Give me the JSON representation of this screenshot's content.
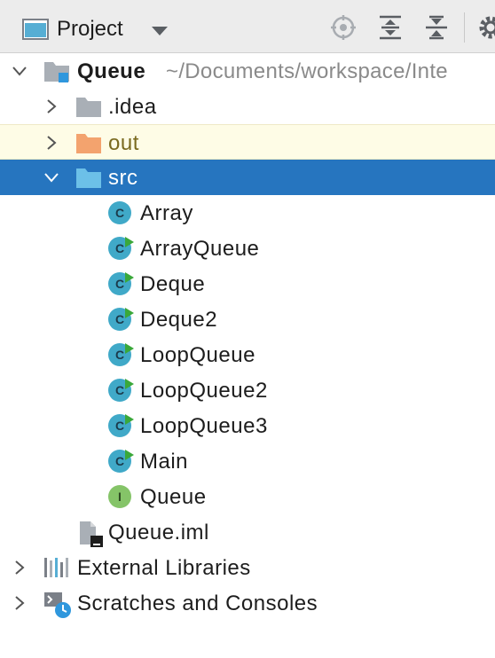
{
  "toolbar": {
    "title": "Project",
    "buttons": [
      {
        "icon": "locate-target-icon"
      },
      {
        "icon": "expand-all-icon"
      },
      {
        "icon": "collapse-all-icon"
      },
      {
        "icon": "gear-icon"
      }
    ]
  },
  "tree": {
    "root": {
      "label": "Queue",
      "path": "~/Documents/workspace/Inte",
      "icon": "module-folder-icon",
      "expanded": true
    },
    "nodes": [
      {
        "label": ".idea",
        "icon": "folder-icon",
        "expanded": false
      },
      {
        "label": "out",
        "icon": "excluded-folder-icon",
        "expanded": false,
        "highlighted": true
      },
      {
        "label": "src",
        "icon": "source-folder-icon",
        "expanded": true,
        "selected": true
      },
      {
        "label": "Array",
        "icon": "java-class-icon"
      },
      {
        "label": "ArrayQueue",
        "icon": "java-runnable-class-icon"
      },
      {
        "label": "Deque",
        "icon": "java-runnable-class-icon"
      },
      {
        "label": "Deque2",
        "icon": "java-runnable-class-icon"
      },
      {
        "label": "LoopQueue",
        "icon": "java-runnable-class-icon"
      },
      {
        "label": "LoopQueue2",
        "icon": "java-runnable-class-icon"
      },
      {
        "label": "LoopQueue3",
        "icon": "java-runnable-class-icon"
      },
      {
        "label": "Main",
        "icon": "java-runnable-class-icon"
      },
      {
        "label": "Queue",
        "icon": "java-interface-icon"
      },
      {
        "label": "Queue.iml",
        "icon": "iml-file-icon"
      },
      {
        "label": "External Libraries",
        "icon": "libraries-icon",
        "expanded": false
      },
      {
        "label": "Scratches and Consoles",
        "icon": "scratches-icon",
        "expanded": false
      }
    ]
  },
  "colors": {
    "selection": "#2675bf",
    "highlight_row": "#fefce6",
    "class_icon": "#40a9c8",
    "interface_icon": "#85c468",
    "run_marker": "#3aa83a",
    "excluded_folder": "#f3a36e",
    "source_folder": "#56aed4",
    "plain_folder": "#a9afb6"
  }
}
